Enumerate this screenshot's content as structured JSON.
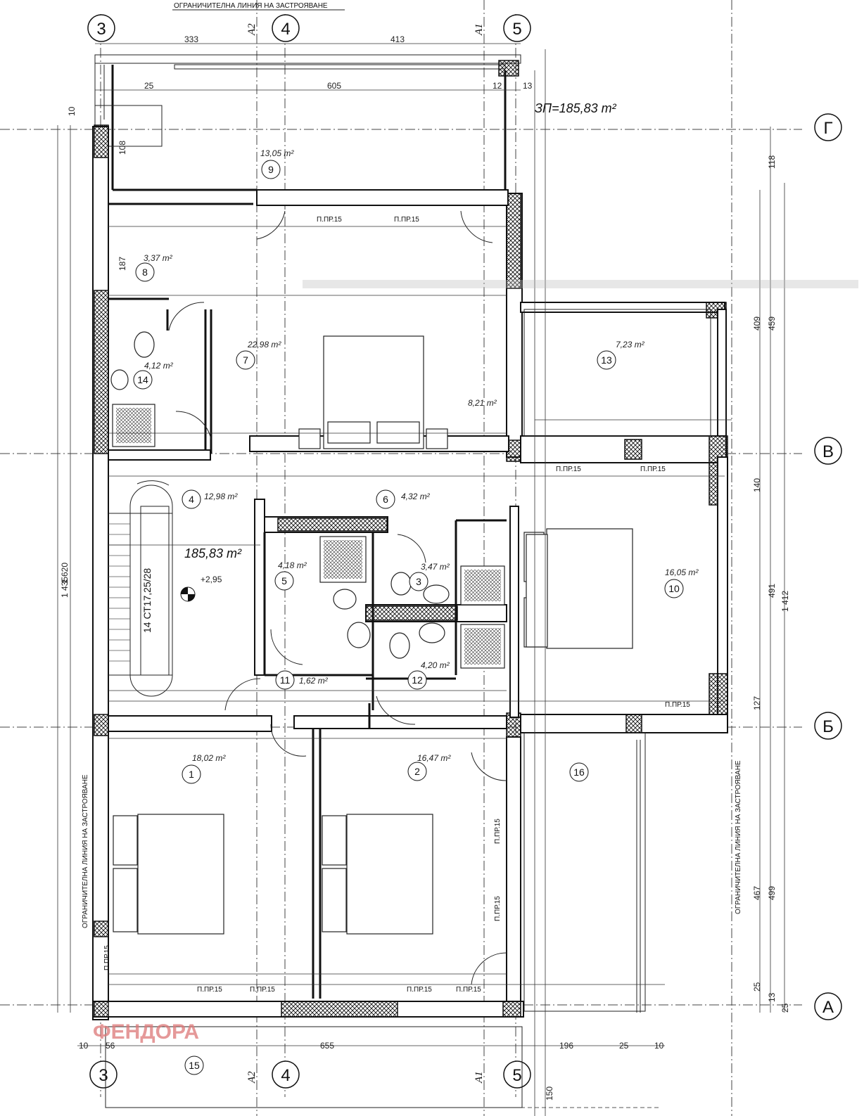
{
  "plan": {
    "top_note": "ОГРАНИЧИТЕЛНА ЛИНИЯ НА ЗАСТРОЯВАНЕ",
    "side_note": "ОГРАНИЧИТЕЛНА ЛИНИЯ НА ЗАСТРОЯВАНЕ",
    "total_area": "ЗП=185,83 m²",
    "center_area": "185,83 m²",
    "stair": "14 СТ17,25/28",
    "level": "+2,95",
    "watermark": "ФЕНДОРА"
  },
  "axes": {
    "vertical": [
      "3",
      "4",
      "5"
    ],
    "horizontal": [
      "Г",
      "В",
      "Б",
      "А"
    ],
    "sub": [
      "A2",
      "A1"
    ]
  },
  "rooms": [
    {
      "num": "1",
      "area": "18,02 m²"
    },
    {
      "num": "2",
      "area": "16,47 m²"
    },
    {
      "num": "3",
      "area": "3,47 m²"
    },
    {
      "num": "4",
      "area": "12,98 m²"
    },
    {
      "num": "5",
      "area": "4,18 m²"
    },
    {
      "num": "6",
      "area": "4,32 m²"
    },
    {
      "num": "7",
      "area": "22,98 m²"
    },
    {
      "num": "8",
      "area": "3,37 m²"
    },
    {
      "num": "9",
      "area": "13,05 m²"
    },
    {
      "num": "10",
      "area": "16,05 m²"
    },
    {
      "num": "11",
      "area": "1,62 m²"
    },
    {
      "num": "12",
      "area": "4,20 m²"
    },
    {
      "num": "13",
      "area": "7,23 m²"
    },
    {
      "num": "14",
      "area": "4,12 m²"
    },
    {
      "num": "15",
      "area": ""
    },
    {
      "num": "16",
      "area": ""
    },
    {
      "num": "",
      "area": "8,21 m²"
    }
  ],
  "window_tag": "П.ПР.15",
  "dims": {
    "top": [
      "333",
      "413",
      "605",
      "25",
      "12",
      "13"
    ],
    "left": [
      "1 620",
      "1 435",
      "187",
      "108",
      "10"
    ],
    "right": [
      "118",
      "409",
      "459",
      "140",
      "491",
      "1 412",
      "127",
      "467",
      "499",
      "25",
      "13",
      "25"
    ],
    "bottom": [
      "655",
      "196",
      "10",
      "56",
      "25",
      "10",
      "150"
    ]
  }
}
